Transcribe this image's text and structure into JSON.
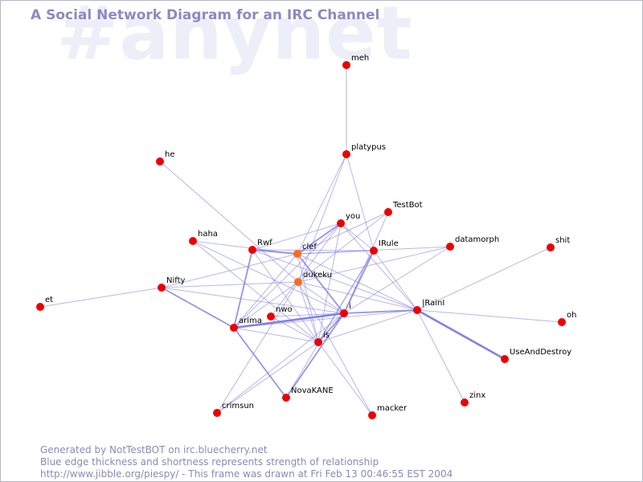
{
  "watermark": "#anynet",
  "title": "A Social Network Diagram for an IRC Channel",
  "footer": {
    "line1": "Generated by NotTestBOT on irc.bluecherry.net",
    "line2": "Blue edge thickness and shortness represents strength of relationship",
    "line3": "http://www.jibble.org/piespy/ - This frame was drawn at Fri Feb 13 00:46:55 EST 2004"
  },
  "colors": {
    "node": "#ee0000",
    "node_highlight": "#ff6a1a",
    "edge": "#7a7ae8"
  },
  "nodes": [
    {
      "id": "meh",
      "label": "meh"
    },
    {
      "id": "platypus",
      "label": "platypus"
    },
    {
      "id": "he",
      "label": "he"
    },
    {
      "id": "TestBot",
      "label": "TestBot"
    },
    {
      "id": "you",
      "label": "you"
    },
    {
      "id": "haha",
      "label": "haha"
    },
    {
      "id": "Rwf",
      "label": "Rwf"
    },
    {
      "id": "clef",
      "label": "clef",
      "highlight": true
    },
    {
      "id": "IRule",
      "label": "IRule"
    },
    {
      "id": "datamorph",
      "label": "datamorph"
    },
    {
      "id": "shit",
      "label": "shit"
    },
    {
      "id": "Nifty",
      "label": "Nifty"
    },
    {
      "id": "dukeku",
      "label": "dukeku",
      "highlight": true
    },
    {
      "id": "et",
      "label": "et"
    },
    {
      "id": "IRainI",
      "label": "|RainI"
    },
    {
      "id": "nwo",
      "label": "nwo"
    },
    {
      "id": "i",
      "label": "i"
    },
    {
      "id": "oh",
      "label": "oh"
    },
    {
      "id": "arima",
      "label": "arima"
    },
    {
      "id": "is",
      "label": "is"
    },
    {
      "id": "UseAndDestroy",
      "label": "UseAndDestroy"
    },
    {
      "id": "NovaKANE",
      "label": "NovaKANE"
    },
    {
      "id": "zinx",
      "label": "zinx"
    },
    {
      "id": "crimsun",
      "label": "crimsun"
    },
    {
      "id": "macker",
      "label": "macker"
    }
  ],
  "edges": [
    {
      "source": "meh",
      "target": "platypus",
      "weight": 1
    },
    {
      "source": "platypus",
      "target": "clef",
      "weight": 1
    },
    {
      "source": "platypus",
      "target": "IRule",
      "weight": 1
    },
    {
      "source": "platypus",
      "target": "dukeku",
      "weight": 1
    },
    {
      "source": "he",
      "target": "dukeku",
      "weight": 1
    },
    {
      "source": "TestBot",
      "target": "clef",
      "weight": 1
    },
    {
      "source": "TestBot",
      "target": "dukeku",
      "weight": 1
    },
    {
      "source": "TestBot",
      "target": "i",
      "weight": 1
    },
    {
      "source": "you",
      "target": "Rwf",
      "weight": 1
    },
    {
      "source": "you",
      "target": "clef",
      "weight": 2
    },
    {
      "source": "you",
      "target": "IRule",
      "weight": 1
    },
    {
      "source": "you",
      "target": "IRainI",
      "weight": 1
    },
    {
      "source": "you",
      "target": "arima",
      "weight": 1
    },
    {
      "source": "you",
      "target": "is",
      "weight": 1
    },
    {
      "source": "you",
      "target": "nwo",
      "weight": 1
    },
    {
      "source": "haha",
      "target": "clef",
      "weight": 1
    },
    {
      "source": "haha",
      "target": "is",
      "weight": 1
    },
    {
      "source": "haha",
      "target": "i",
      "weight": 1
    },
    {
      "source": "Rwf",
      "target": "clef",
      "weight": 2
    },
    {
      "source": "Rwf",
      "target": "arima",
      "weight": 2
    },
    {
      "source": "Rwf",
      "target": "IRainI",
      "weight": 1
    },
    {
      "source": "Rwf",
      "target": "is",
      "weight": 1
    },
    {
      "source": "Rwf",
      "target": "IRule",
      "weight": 1
    },
    {
      "source": "clef",
      "target": "IRule",
      "weight": 1
    },
    {
      "source": "clef",
      "target": "datamorph",
      "weight": 1
    },
    {
      "source": "clef",
      "target": "i",
      "weight": 2
    },
    {
      "source": "clef",
      "target": "arima",
      "weight": 1
    },
    {
      "source": "clef",
      "target": "is",
      "weight": 1
    },
    {
      "source": "clef",
      "target": "IRainI",
      "weight": 1
    },
    {
      "source": "clef",
      "target": "Nifty",
      "weight": 1
    },
    {
      "source": "IRule",
      "target": "i",
      "weight": 2
    },
    {
      "source": "IRule",
      "target": "IRainI",
      "weight": 1
    },
    {
      "source": "IRule",
      "target": "NovaKANE",
      "weight": 1
    },
    {
      "source": "IRule",
      "target": "is",
      "weight": 1
    },
    {
      "source": "datamorph",
      "target": "dukeku",
      "weight": 1
    },
    {
      "source": "datamorph",
      "target": "i",
      "weight": 1
    },
    {
      "source": "shit",
      "target": "IRainI",
      "weight": 1
    },
    {
      "source": "Nifty",
      "target": "arima",
      "weight": 2
    },
    {
      "source": "Nifty",
      "target": "et",
      "weight": 1
    },
    {
      "source": "Nifty",
      "target": "dukeku",
      "weight": 1
    },
    {
      "source": "Nifty",
      "target": "i",
      "weight": 1
    },
    {
      "source": "dukeku",
      "target": "IRainI",
      "weight": 1
    },
    {
      "source": "dukeku",
      "target": "arima",
      "weight": 1
    },
    {
      "source": "dukeku",
      "target": "is",
      "weight": 1
    },
    {
      "source": "dukeku",
      "target": "i",
      "weight": 1
    },
    {
      "source": "dukeku",
      "target": "macker",
      "weight": 1
    },
    {
      "source": "dukeku",
      "target": "crimsun",
      "weight": 1
    },
    {
      "source": "IRainI",
      "target": "UseAndDestroy",
      "weight": 3
    },
    {
      "source": "IRainI",
      "target": "zinx",
      "weight": 1
    },
    {
      "source": "IRainI",
      "target": "oh",
      "weight": 1
    },
    {
      "source": "IRainI",
      "target": "i",
      "weight": 2
    },
    {
      "source": "IRainI",
      "target": "is",
      "weight": 1
    },
    {
      "source": "IRainI",
      "target": "arima",
      "weight": 1
    },
    {
      "source": "nwo",
      "target": "i",
      "weight": 1
    },
    {
      "source": "nwo",
      "target": "is",
      "weight": 1
    },
    {
      "source": "i",
      "target": "arima",
      "weight": 3
    },
    {
      "source": "i",
      "target": "is",
      "weight": 2
    },
    {
      "source": "i",
      "target": "NovaKANE",
      "weight": 2
    },
    {
      "source": "i",
      "target": "crimsun",
      "weight": 1
    },
    {
      "source": "arima",
      "target": "is",
      "weight": 1
    },
    {
      "source": "arima",
      "target": "NovaKANE",
      "weight": 2
    },
    {
      "source": "is",
      "target": "macker",
      "weight": 1
    },
    {
      "source": "is",
      "target": "crimsun",
      "weight": 1
    }
  ]
}
